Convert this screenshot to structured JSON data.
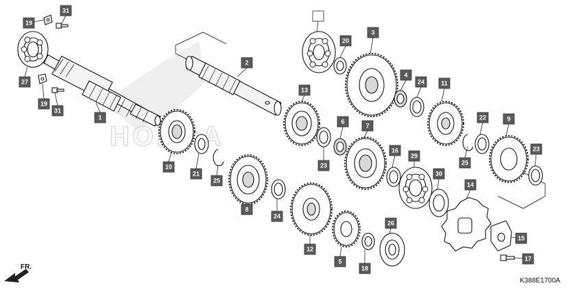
{
  "watermark": "HONDA",
  "diagram_code": "K388E1700A",
  "front_indicator": "FR.",
  "parts": [
    {
      "id": "label-19-top",
      "text": "19"
    },
    {
      "id": "label-31-top",
      "text": "31"
    },
    {
      "id": "label-27",
      "text": "27"
    },
    {
      "id": "label-19-bottom",
      "text": "19"
    },
    {
      "id": "label-31-bottom",
      "text": "31"
    },
    {
      "id": "label-1",
      "text": "1"
    },
    {
      "id": "label-2",
      "text": "2"
    },
    {
      "id": "label-10",
      "text": "10"
    },
    {
      "id": "label-21",
      "text": "21"
    },
    {
      "id": "label-25-left",
      "text": "25"
    },
    {
      "id": "label-8",
      "text": "8"
    },
    {
      "id": "label-24-left",
      "text": "24"
    },
    {
      "id": "label-13",
      "text": "13"
    },
    {
      "id": "label-23-left",
      "text": "23"
    },
    {
      "id": "label-6",
      "text": "6"
    },
    {
      "id": "label-7",
      "text": "7"
    },
    {
      "id": "label-12",
      "text": "12"
    },
    {
      "id": "label-5",
      "text": "5"
    },
    {
      "id": "label-18",
      "text": "18"
    },
    {
      "id": "label-26",
      "text": "26"
    },
    {
      "id": "label-16",
      "text": "16"
    },
    {
      "id": "label-29",
      "text": "29"
    },
    {
      "id": "label-30",
      "text": "30"
    },
    {
      "id": "label-blank",
      "text": ""
    },
    {
      "id": "label-20",
      "text": "20"
    },
    {
      "id": "label-3",
      "text": "3"
    },
    {
      "id": "label-4",
      "text": "4"
    },
    {
      "id": "label-24-right",
      "text": "24"
    },
    {
      "id": "label-11",
      "text": "11"
    },
    {
      "id": "label-22",
      "text": "22"
    },
    {
      "id": "label-9",
      "text": "9"
    },
    {
      "id": "label-25-right",
      "text": "25"
    },
    {
      "id": "label-23-right",
      "text": "23"
    },
    {
      "id": "label-14",
      "text": "14"
    },
    {
      "id": "label-15",
      "text": "15"
    },
    {
      "id": "label-17",
      "text": "17"
    }
  ]
}
